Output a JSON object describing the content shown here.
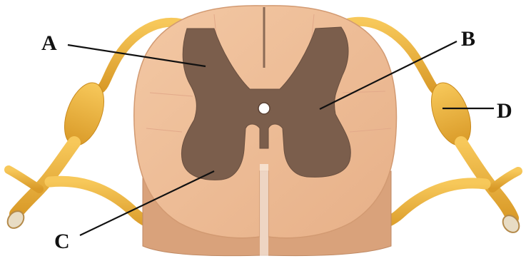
{
  "diagram": {
    "colors": {
      "background": "#ffffff",
      "white_matter": "#f0c09a",
      "white_matter_shade": "#d9a27b",
      "gray_matter": "#7b5e4c",
      "nerve": "#f0b040",
      "nerve_dark": "#c98a1e",
      "leader_line": "#111111"
    },
    "labels": {
      "a": "A",
      "b": "B",
      "c": "C",
      "d": "D"
    }
  }
}
